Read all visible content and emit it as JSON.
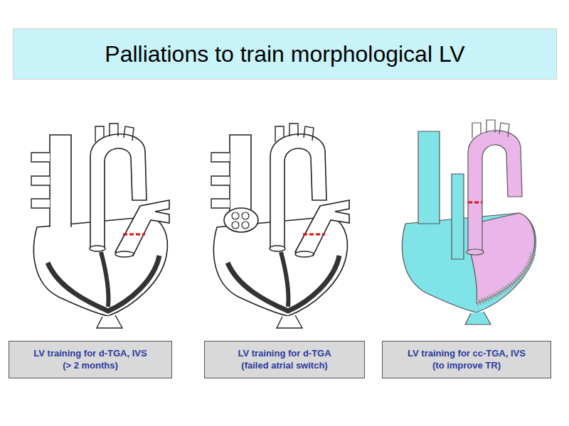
{
  "diagram": {
    "title": "Palliations to train morphological LV",
    "nodes": [
      {
        "text": [
          "LV training for d-TGA, IVS (> 2 months)"
        ]
      },
      {
        "text": [
          "LV training for d-TGA (failed atrial switch)"
        ]
      },
      {
        "text": [
          "LV training for cc-TGA, IVS (to improve TR)"
        ]
      }
    ]
  }
}
